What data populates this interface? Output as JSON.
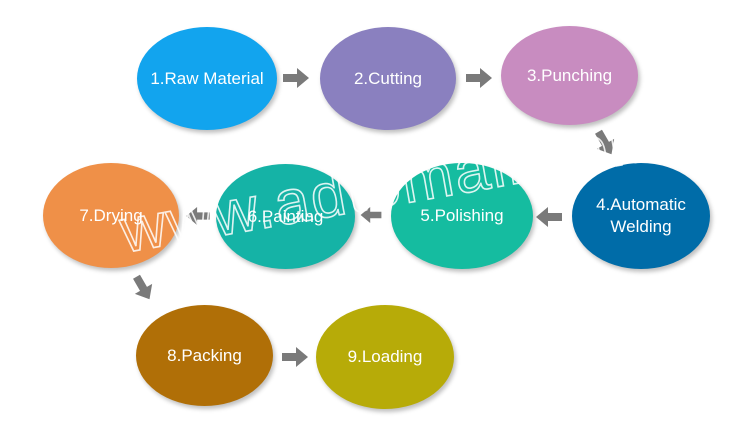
{
  "watermark": "www.adtomall.com",
  "colors": {
    "arrow": "#7a7a7a",
    "step1": "#12a4ee",
    "step2": "#8a80bf",
    "step3": "#c88cc0",
    "step4": "#006ca8",
    "step5": "#15bca0",
    "step6": "#15b3a6",
    "step7": "#ef9048",
    "step8": "#b06f07",
    "step9": "#b7ab08"
  },
  "steps": [
    {
      "id": "raw-material",
      "label": "1.Raw Material"
    },
    {
      "id": "cutting",
      "label": "2.Cutting"
    },
    {
      "id": "punching",
      "label": "3.Punching"
    },
    {
      "id": "automatic-welding",
      "label_line1": "4.Automatic",
      "label_line2": "Welding"
    },
    {
      "id": "polishing",
      "label": "5.Polishing"
    },
    {
      "id": "painting",
      "label": "6.Painting"
    },
    {
      "id": "drying",
      "label": "7.Drying"
    },
    {
      "id": "packing",
      "label": "8.Packing"
    },
    {
      "id": "loading",
      "label": "9.Loading"
    }
  ]
}
